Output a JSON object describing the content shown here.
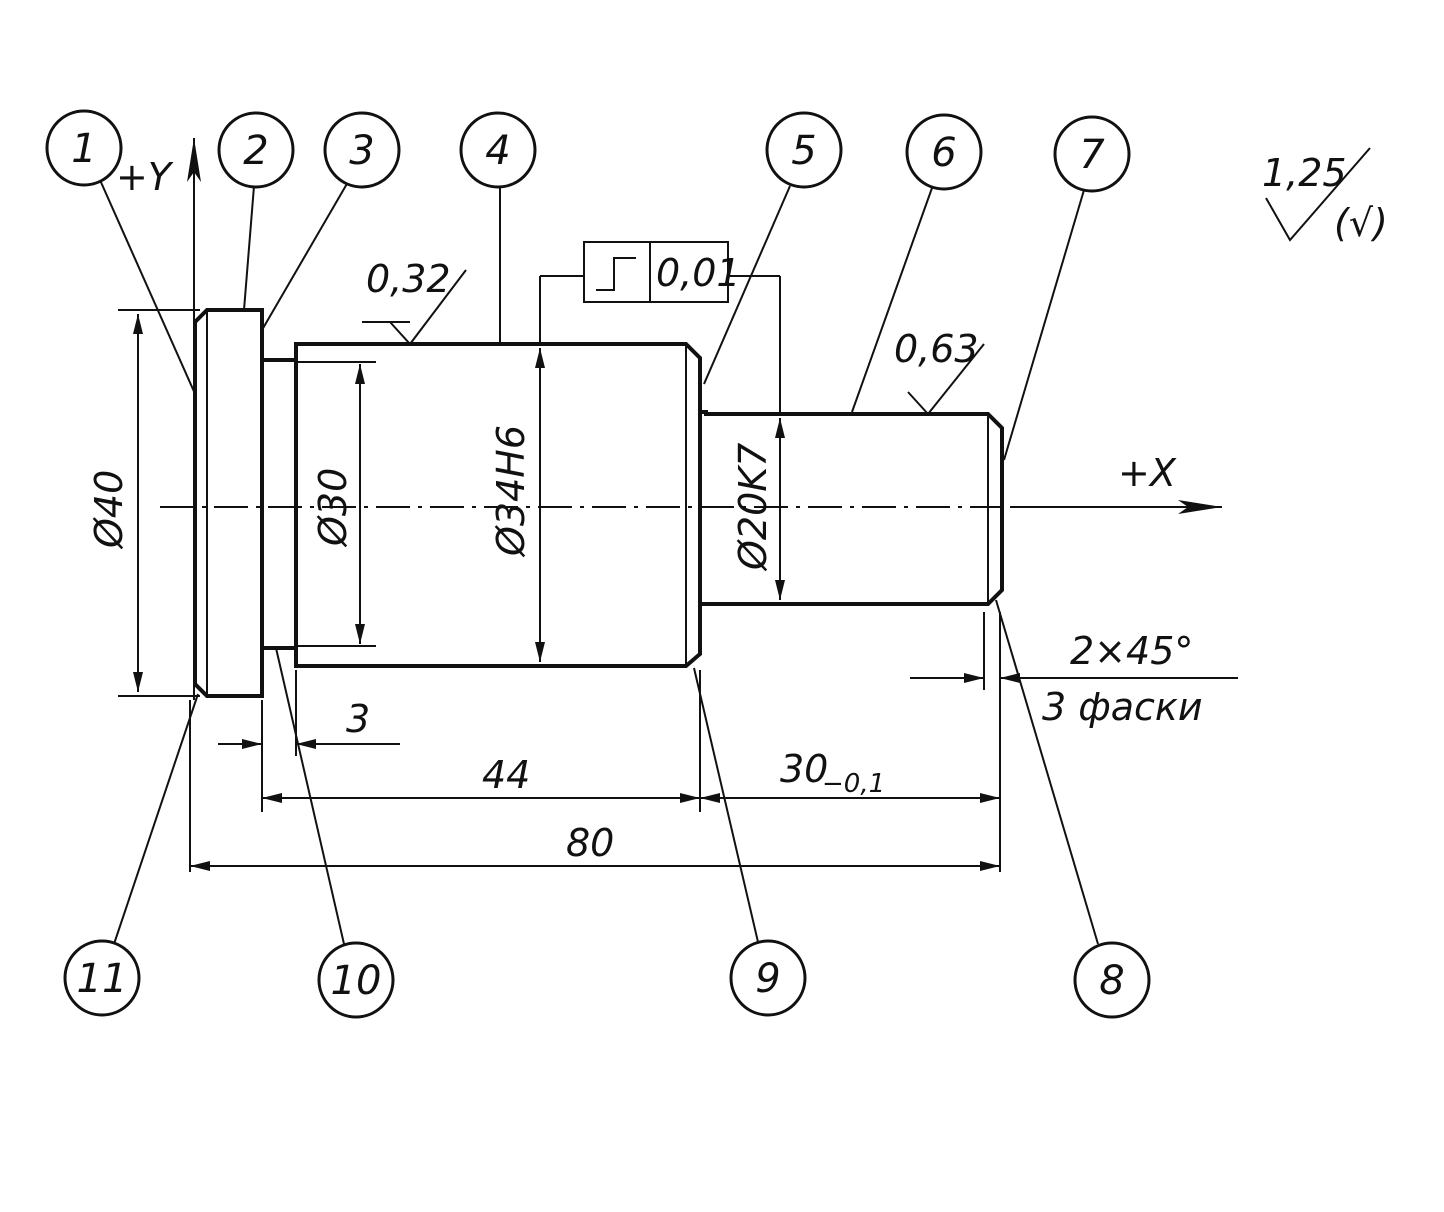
{
  "callouts": [
    "1",
    "2",
    "3",
    "4",
    "5",
    "6",
    "7",
    "8",
    "9",
    "10",
    "11"
  ],
  "axes": {
    "y_label": "+Y",
    "x_label": "+X"
  },
  "diameters": {
    "d40": "Ø40",
    "d30": "Ø30",
    "d34": "Ø34H6",
    "d20": "Ø20K7"
  },
  "roughness": {
    "r1": "0,32",
    "r2": "0,63",
    "general": "1,25",
    "general_paren": "(√)"
  },
  "tolerance_frame": {
    "value": "0,01"
  },
  "lengths": {
    "l3": "3",
    "l44": "44",
    "l30": "30",
    "l30_tol": "−0,1",
    "l80": "80"
  },
  "chamfer": {
    "size": "2×45°",
    "note": "3 фаски"
  }
}
